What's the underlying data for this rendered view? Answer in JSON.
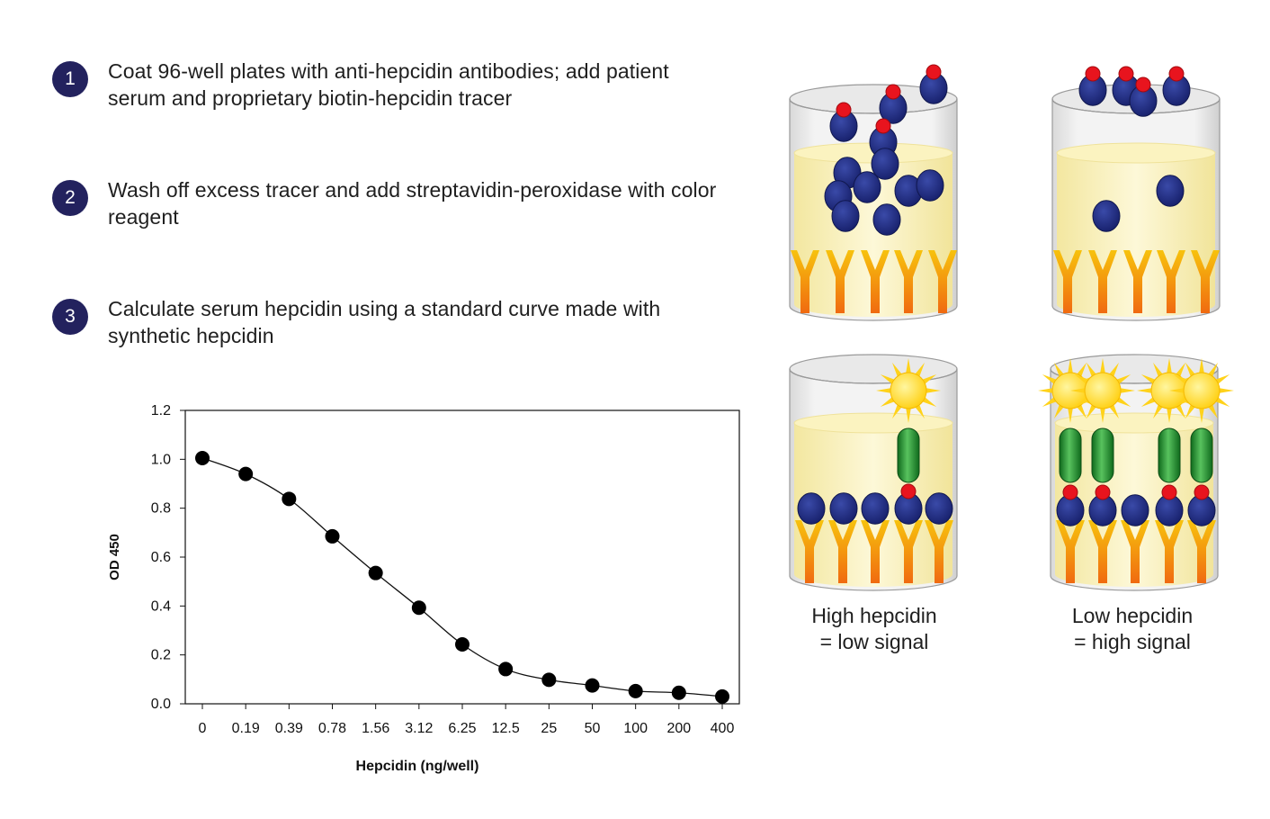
{
  "steps": [
    {
      "number": "1",
      "text": "Coat 96-well plates with anti-hepcidin antibodies; add patient serum and proprietary biotin-hepcidin tracer"
    },
    {
      "number": "2",
      "text": "Wash off excess tracer and add streptavidin-peroxidase with color reagent"
    },
    {
      "number": "3",
      "text": "Calculate serum hepcidin using a standard curve made with synthetic hepcidin"
    }
  ],
  "chart_data": {
    "type": "line",
    "xlabel": "Hepcidin (ng/well)",
    "ylabel": "OD 450",
    "categories": [
      "0",
      "0.19",
      "0.39",
      "0.78",
      "1.56",
      "3.12",
      "6.25",
      "12.5",
      "25",
      "50",
      "100",
      "200",
      "400"
    ],
    "values": [
      1.005,
      0.94,
      0.838,
      0.685,
      0.535,
      0.393,
      0.243,
      0.142,
      0.098,
      0.075,
      0.052,
      0.045,
      0.03
    ],
    "yticks": [
      "0.0",
      "0.2",
      "0.4",
      "0.6",
      "0.8",
      "1.0",
      "1.2"
    ],
    "ylim": [
      0,
      1.2
    ],
    "grid": false,
    "marker_color": "#000000"
  },
  "captions": {
    "left": {
      "line1": "High hepcidin",
      "line2": "= low signal"
    },
    "right": {
      "line1": "Low hepcidin",
      "line2": "= high signal"
    }
  },
  "colors": {
    "step_badge": "#23225e",
    "hepcidin": "#1e2a7e",
    "biotin": "#e8141e",
    "antibody": "#f5a30a",
    "streptavidin": "#1f8a2a",
    "signal": "#ffe34a"
  }
}
